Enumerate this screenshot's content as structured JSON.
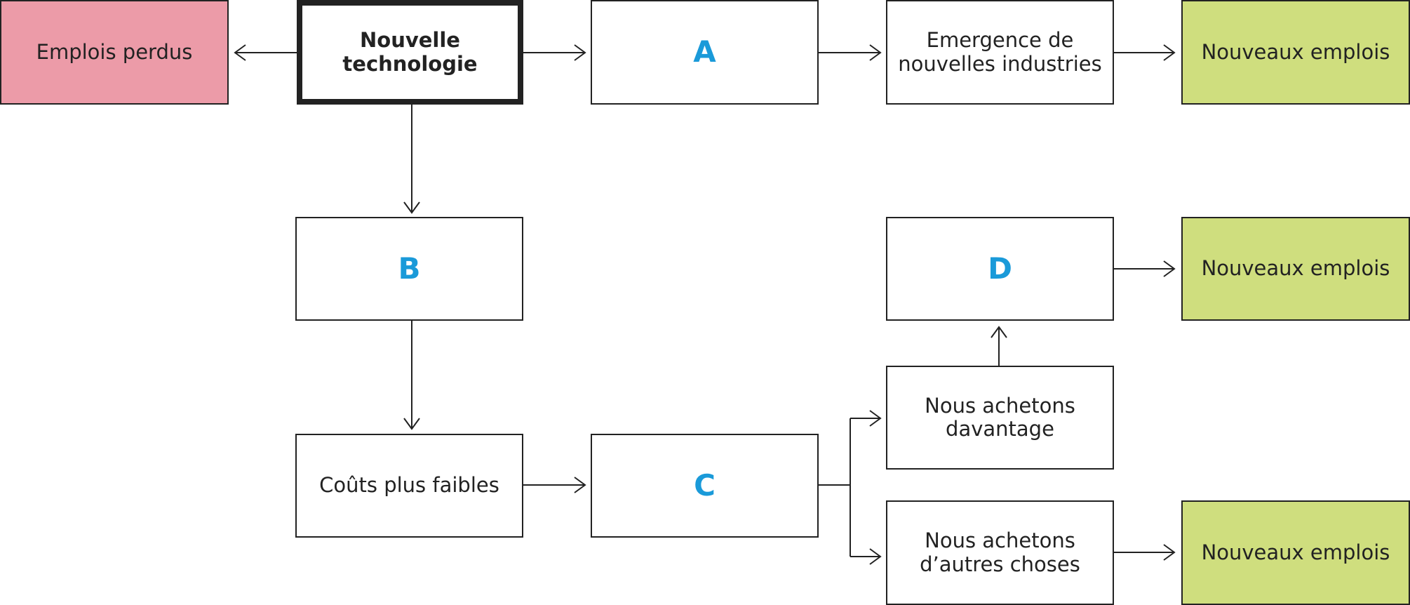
{
  "boxes": {
    "emplois_perdus": "Emplois perdus",
    "nouvelle_technologie": "Nouvelle\ntechnologie",
    "a": "A",
    "emergence": "Emergence de\nnouvelles industries",
    "nouveaux_emplois_1": "Nouveaux emplois",
    "b": "B",
    "d": "D",
    "nouveaux_emplois_2": "Nouveaux emplois",
    "achetons_davantage": "Nous achetons\ndavantage",
    "couts": "Coûts plus faibles",
    "c": "C",
    "achetons_autres": "Nous achetons\nd’autres choses",
    "nouveaux_emplois_3": "Nouveaux emplois"
  },
  "colors": {
    "lost_jobs": "#ec9ba8",
    "new_jobs": "#cfde7e",
    "letter": "#1a9ad9",
    "stroke": "#222222"
  }
}
